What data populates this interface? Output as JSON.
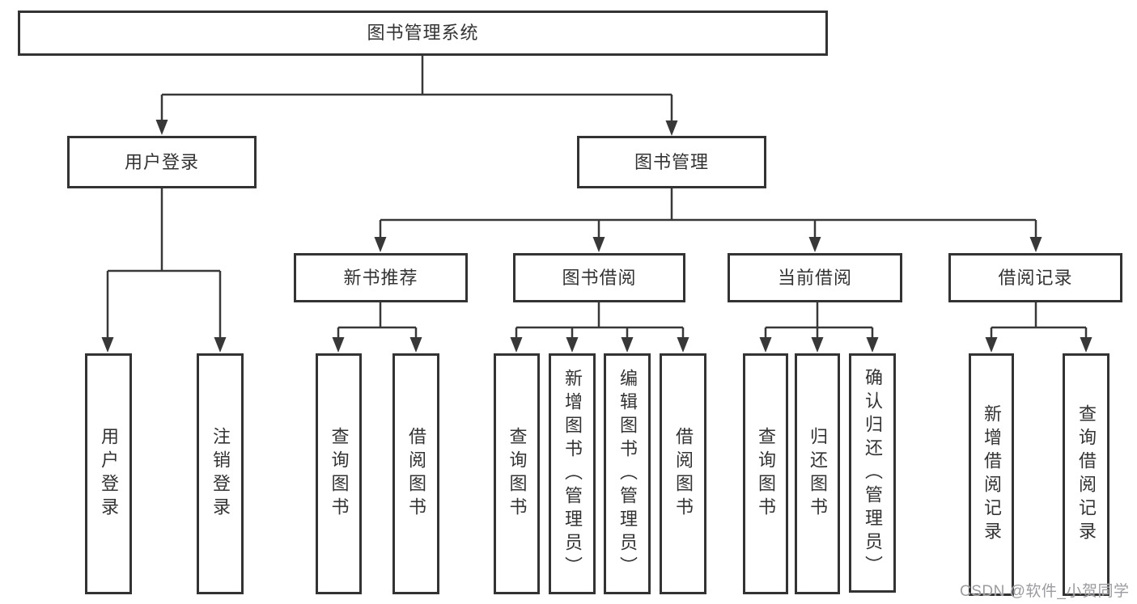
{
  "diagram_type": "hierarchy",
  "colors": {
    "line": "#383838",
    "box_border": "#333333",
    "text": "#333333",
    "background": "#ffffff",
    "watermark": "#9b9ba0"
  },
  "tree": {
    "label": "图书管理系统",
    "children": [
      {
        "label": "用户登录",
        "children": [
          {
            "label": "用户登录"
          },
          {
            "label": "注销登录"
          }
        ]
      },
      {
        "label": "图书管理",
        "children": [
          {
            "label": "新书推荐",
            "children": [
              {
                "label": "查询图书"
              },
              {
                "label": "借阅图书"
              }
            ]
          },
          {
            "label": "图书借阅",
            "children": [
              {
                "label": "查询图书"
              },
              {
                "label": "新增图书（管理员）"
              },
              {
                "label": "编辑图书（管理员）"
              },
              {
                "label": "借阅图书"
              }
            ]
          },
          {
            "label": "当前借阅",
            "children": [
              {
                "label": "查询图书"
              },
              {
                "label": "归还图书"
              },
              {
                "label": "确认归还（管理员）"
              }
            ]
          },
          {
            "label": "借阅记录",
            "children": [
              {
                "label": "新增借阅记录"
              },
              {
                "label": "查询借阅记录"
              }
            ]
          }
        ]
      }
    ]
  },
  "watermark": {
    "text": "CSDN @软件_小贺同学"
  }
}
